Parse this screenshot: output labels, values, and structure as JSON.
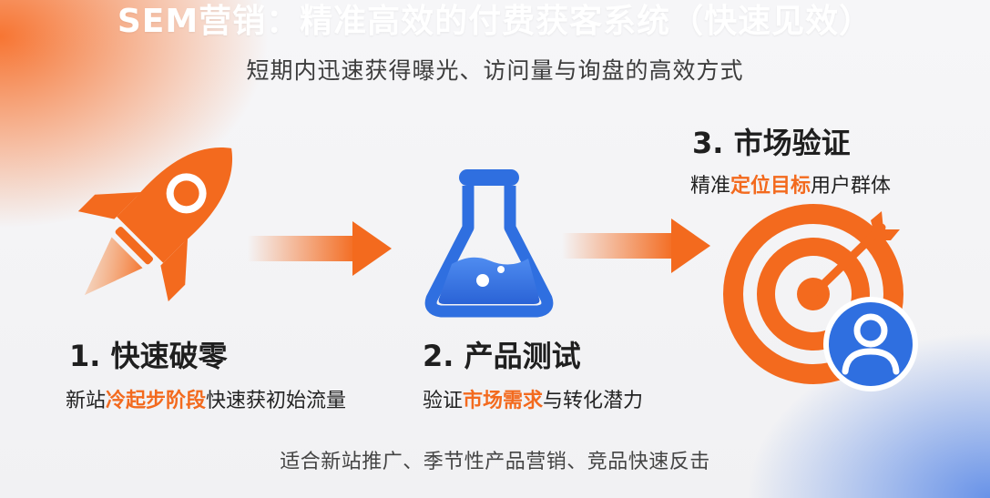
{
  "header": {
    "title": "SEM营销：精准高效的付费获客系统（快速见效）",
    "subtitle": "短期内迅速获得曝光、访问量与询盘的高效方式"
  },
  "steps": [
    {
      "icon": "rocket-icon",
      "title": "1. 快速破零",
      "desc_before": "新站",
      "desc_highlight": "冷起步阶段",
      "desc_after": "快速获初始流量"
    },
    {
      "icon": "flask-icon",
      "title": "2. 产品测试",
      "desc_before": "验证",
      "desc_highlight": "市场需求",
      "desc_after": "与转化潜力"
    },
    {
      "icon": "target-user-icon",
      "title": "3. 市场验证",
      "desc_before": "精准",
      "desc_highlight": "定位目标",
      "desc_after": "用户群体"
    }
  ],
  "footer": {
    "text": "适合新站推广、季节性产品营销、竞品快速反击"
  },
  "colors": {
    "accent_orange": "#f36a1e",
    "accent_blue": "#2f6fe0",
    "text_dark": "#1f1f1f"
  }
}
